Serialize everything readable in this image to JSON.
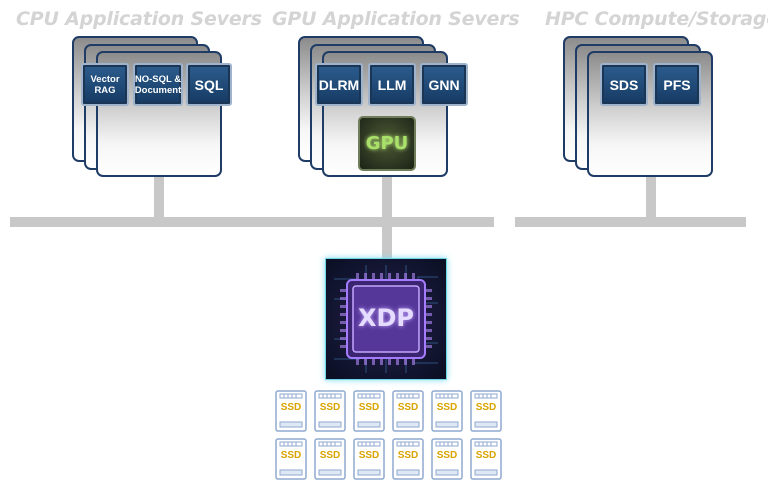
{
  "groups": {
    "cpu": {
      "title": "CPU Application Severs",
      "chips": [
        "Vector RAG",
        "NO-SQL & Document",
        "SQL"
      ]
    },
    "gpu": {
      "title": "GPU Application Severs",
      "chips": [
        "DLRM",
        "LLM",
        "GNN"
      ],
      "accelerator": "GPU"
    },
    "hpc": {
      "title": "HPC Compute/Storage",
      "chips": [
        "SDS",
        "PFS"
      ]
    }
  },
  "xdp": {
    "label": "XDP"
  },
  "ssd": {
    "label": "SSD",
    "rows": 2,
    "cols": 6
  },
  "colors": {
    "chip": "#1f4b7a",
    "bus": "#c8c8c8",
    "gpu_text": "#a8e06a",
    "xdp_text": "#e6dcff",
    "ssd_text": "#d9a300"
  }
}
